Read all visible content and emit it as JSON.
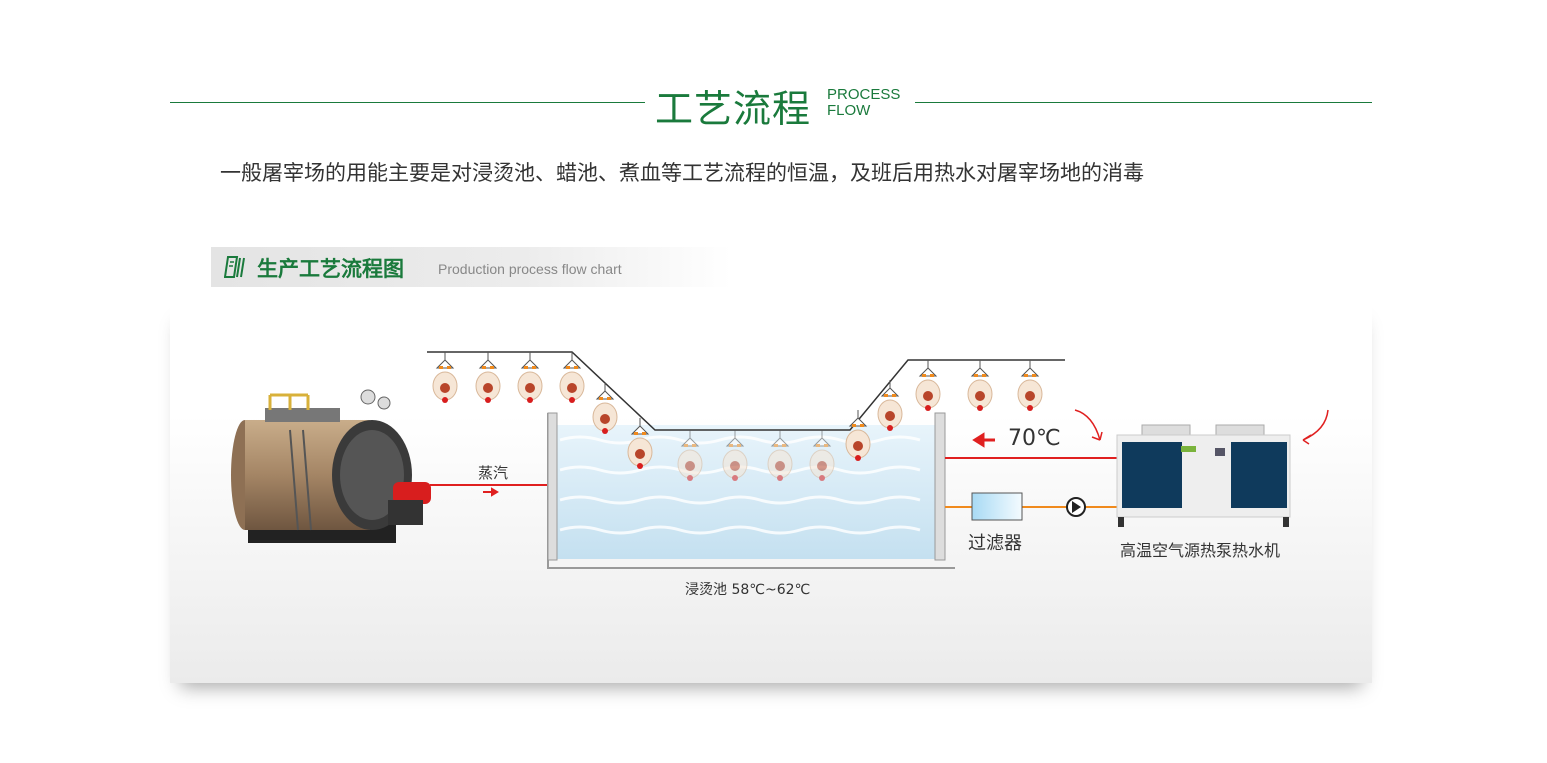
{
  "header": {
    "title": "工艺流程",
    "title_en_line1": "PROCESS",
    "title_en_line2": "FLOW"
  },
  "intro": "一般屠宰场的用能主要是对浸烫池、蜡池、煮血等工艺流程的恒温，及班后用热水对屠宰场地的消毒",
  "section": {
    "title": "生产工艺流程图",
    "title_en": "Production process flow chart"
  },
  "diagram": {
    "steam_label": "蒸汽",
    "pool_label": "浸烫池 58℃~62℃",
    "temp_label": "70℃",
    "filter_label": "过滤器",
    "heat_pump_label": "高温空气源热泵热水机",
    "colors": {
      "accent": "#1a7a3c",
      "hot_pipe": "#e02020",
      "cold_pipe": "#f08a1c",
      "water": "#cfe6f3"
    }
  }
}
